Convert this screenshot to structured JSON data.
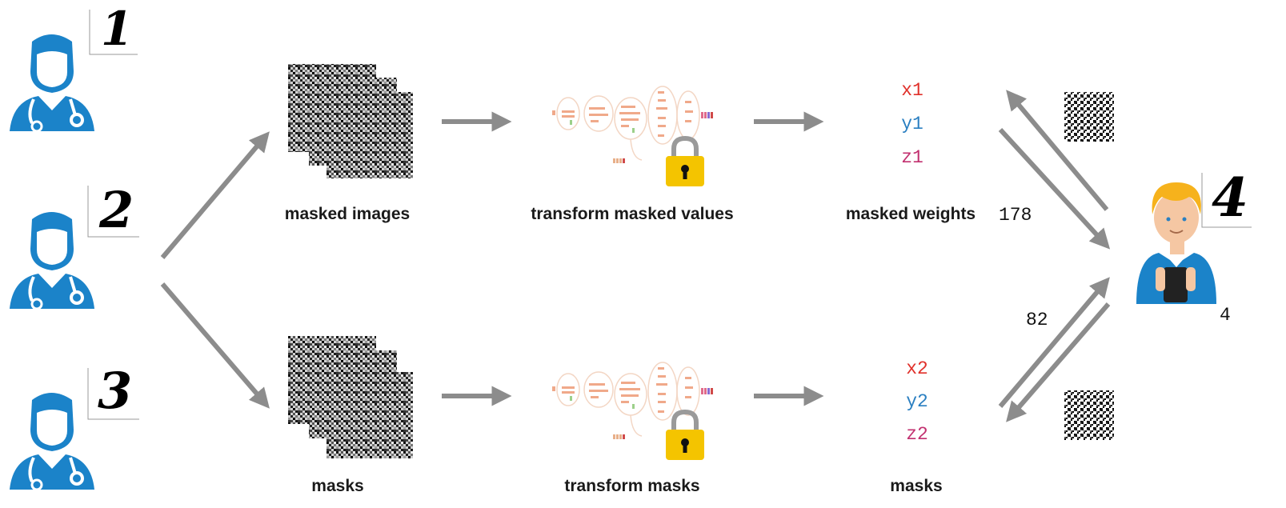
{
  "colors": {
    "doctor_blue": "#1b83c9",
    "arrow_gray": "#8c8c8c",
    "x_red": "#e0302a",
    "y_blue": "#2a7fc1",
    "z_magenta": "#c2306f",
    "lock_yellow": "#f4c400"
  },
  "doctors": [
    {
      "digit": "1",
      "icon": "doctor-icon"
    },
    {
      "digit": "2",
      "icon": "doctor-icon"
    },
    {
      "digit": "3",
      "icon": "doctor-icon"
    }
  ],
  "patient": {
    "digit": "4",
    "icon": "patient-icon"
  },
  "top_row": {
    "stack_label": "masked images",
    "transform_label": "transform masked values",
    "weights_label": "masked weights",
    "vars": [
      "x1",
      "y1",
      "z1"
    ]
  },
  "bottom_row": {
    "stack_label": "masks",
    "transform_label": "transform masks",
    "weights_label": "masks",
    "vars": [
      "x2",
      "y2",
      "z2"
    ]
  },
  "exchange": {
    "top_value": "178",
    "bottom_value": "82",
    "result_value": "4"
  }
}
